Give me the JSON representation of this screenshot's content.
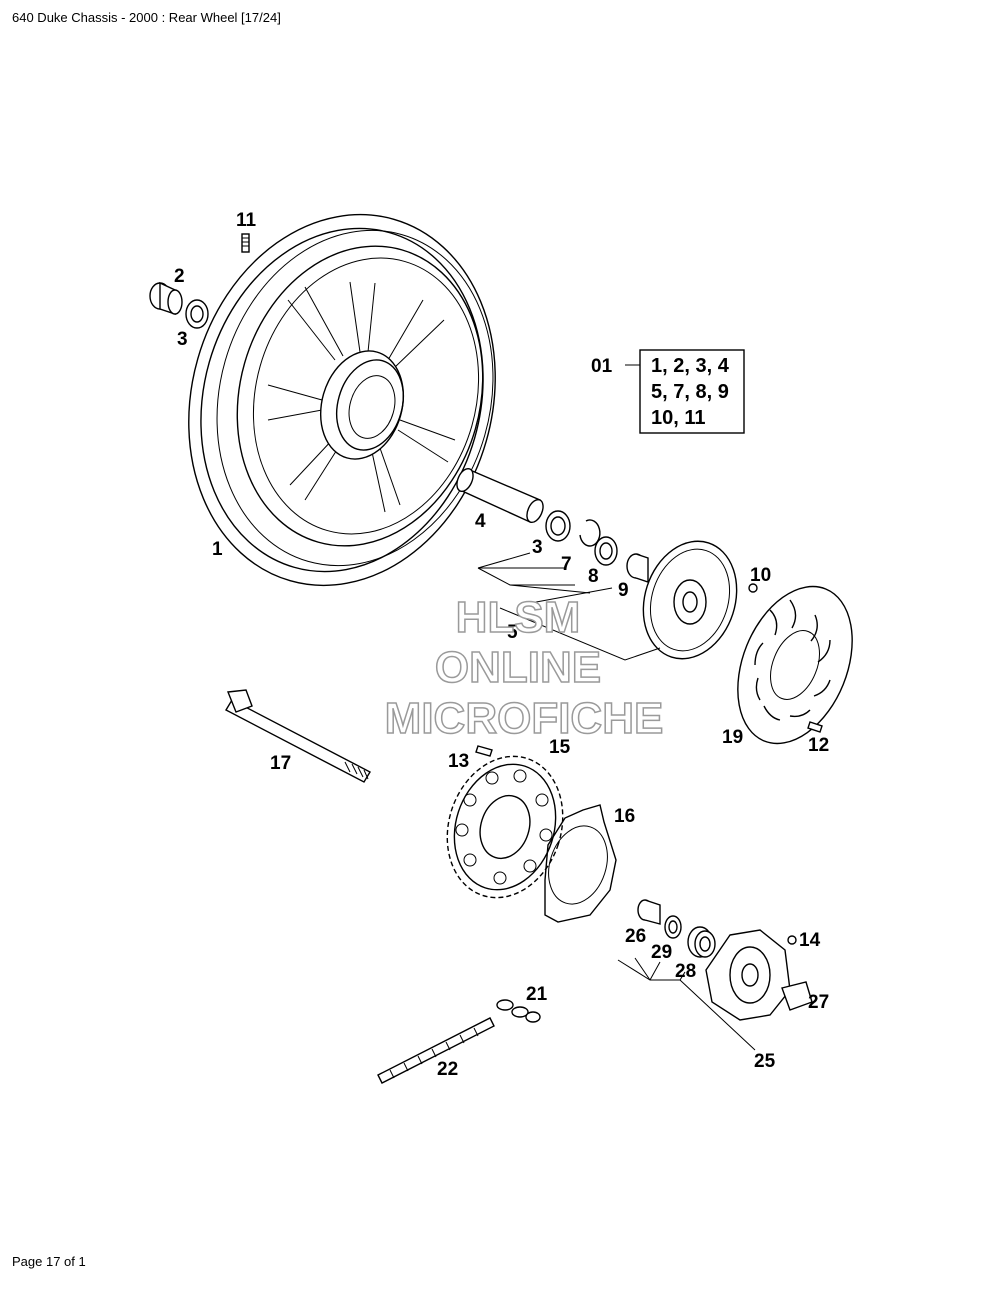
{
  "header": {
    "title": "640 Duke Chassis - 2000 : Rear Wheel [17/24]"
  },
  "footer": {
    "page_text": "Page 17 of 1"
  },
  "watermark": {
    "line1": "HLSM",
    "line2": "ONLINE",
    "line3": "MICROFICHE",
    "color": "#9a9a9a"
  },
  "kit": {
    "label": "01",
    "lines": [
      "1, 2, 3, 4",
      "5, 7, 8, 9",
      "10, 11"
    ]
  },
  "callouts": {
    "c1": "1",
    "c2": "2",
    "c3a": "3",
    "c3b": "3",
    "c4": "4",
    "c5": "5",
    "c7": "7",
    "c8": "8",
    "c9": "9",
    "c10": "10",
    "c11": "11",
    "c12": "12",
    "c13": "13",
    "c14": "14",
    "c15": "15",
    "c16": "16",
    "c17": "17",
    "c19": "19",
    "c21": "21",
    "c22": "22",
    "c25": "25",
    "c26": "26",
    "c27": "27",
    "c28": "28",
    "c29": "29"
  }
}
